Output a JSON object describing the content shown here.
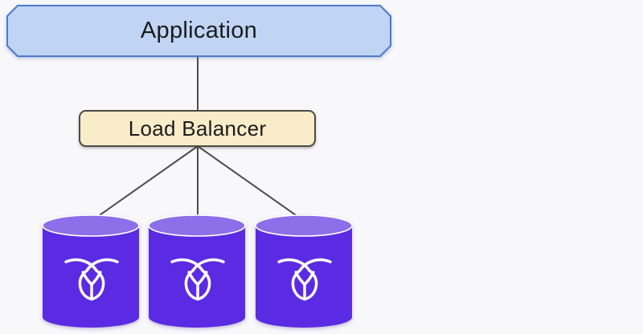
{
  "canvas": {
    "background": "#f8f7fa"
  },
  "nodes": {
    "application": {
      "label": "Application",
      "fill": "#c0d4f4",
      "border": "#4e7bcb",
      "text_color": "#1c1c1e"
    },
    "load_balancer": {
      "label": "Load Balancer",
      "fill": "#f9ecc8",
      "border": "#4c4a44",
      "text_color": "#1c1c1e"
    },
    "database_cluster": {
      "count": 3,
      "body_fill": "#5b2be3",
      "top_fill": "#8d6fe9",
      "top_rim": "#ffffff",
      "icon": "cockroachdb-bug-icon",
      "icon_color": "#ffffff"
    }
  },
  "edges": {
    "color": "#4d4d4d",
    "connections": [
      "application to load-balancer",
      "load-balancer to database-1",
      "load-balancer to database-2",
      "load-balancer to database-3"
    ]
  }
}
